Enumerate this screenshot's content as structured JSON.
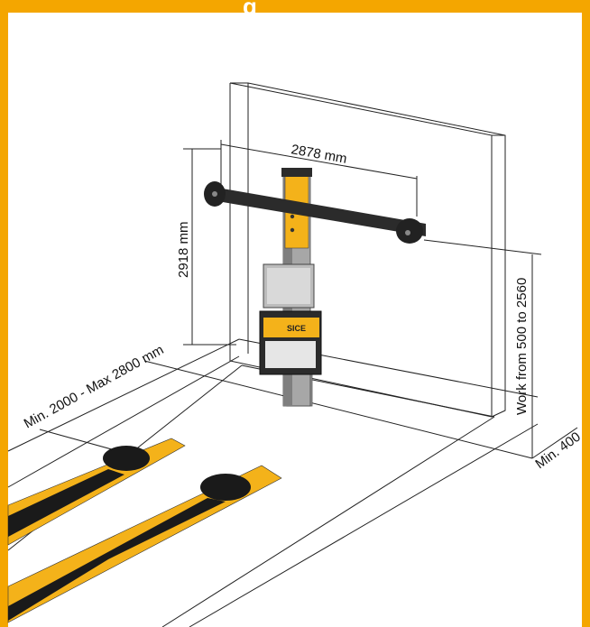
{
  "header": {
    "title": "g"
  },
  "colors": {
    "accent": "#f4a600",
    "rail": "#f4b21a",
    "rail_dark": "#1a1a1a",
    "device": "#2b2b2b"
  },
  "dimensions": {
    "width_label": "2878 mm",
    "height_label": "2918 mm",
    "distance_label": "Min. 2000 - Max 2800 mm",
    "work_range_label": "Work from 500 to 2560",
    "min_clearance_label": "Min. 400"
  },
  "device": {
    "brand_label": "SICE"
  }
}
